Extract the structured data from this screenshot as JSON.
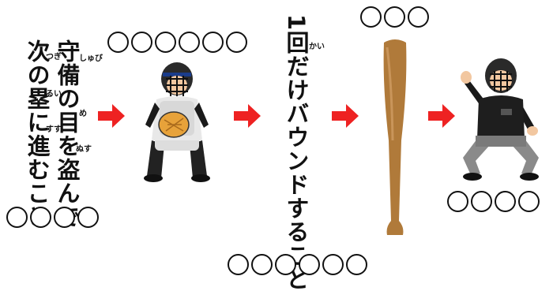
{
  "left_column": {
    "line1": "守備の目を盗んで",
    "line2": "次の塁に進むこと",
    "ruby": {
      "shubi": "しゅび",
      "me": "め",
      "nusu": "ぬす",
      "tsugi": "つぎ",
      "rui": "るい",
      "susu": "すす"
    },
    "blank_count": 4
  },
  "middle_column": {
    "text": "1回だけバウンドすること",
    "ruby": {
      "kai": "かい"
    }
  },
  "answer_blanks": {
    "catcher": 6,
    "bounce": 6,
    "bat": 3,
    "umpire": 4
  },
  "icons": {
    "arrow": "arrow-right-icon",
    "catcher": "catcher-illustration",
    "bat": "baseball-bat-illustration",
    "umpire": "umpire-illustration"
  },
  "colors": {
    "arrow": "#ee2222",
    "bat": "#b07a3a",
    "mitt": "#e7a23a"
  }
}
